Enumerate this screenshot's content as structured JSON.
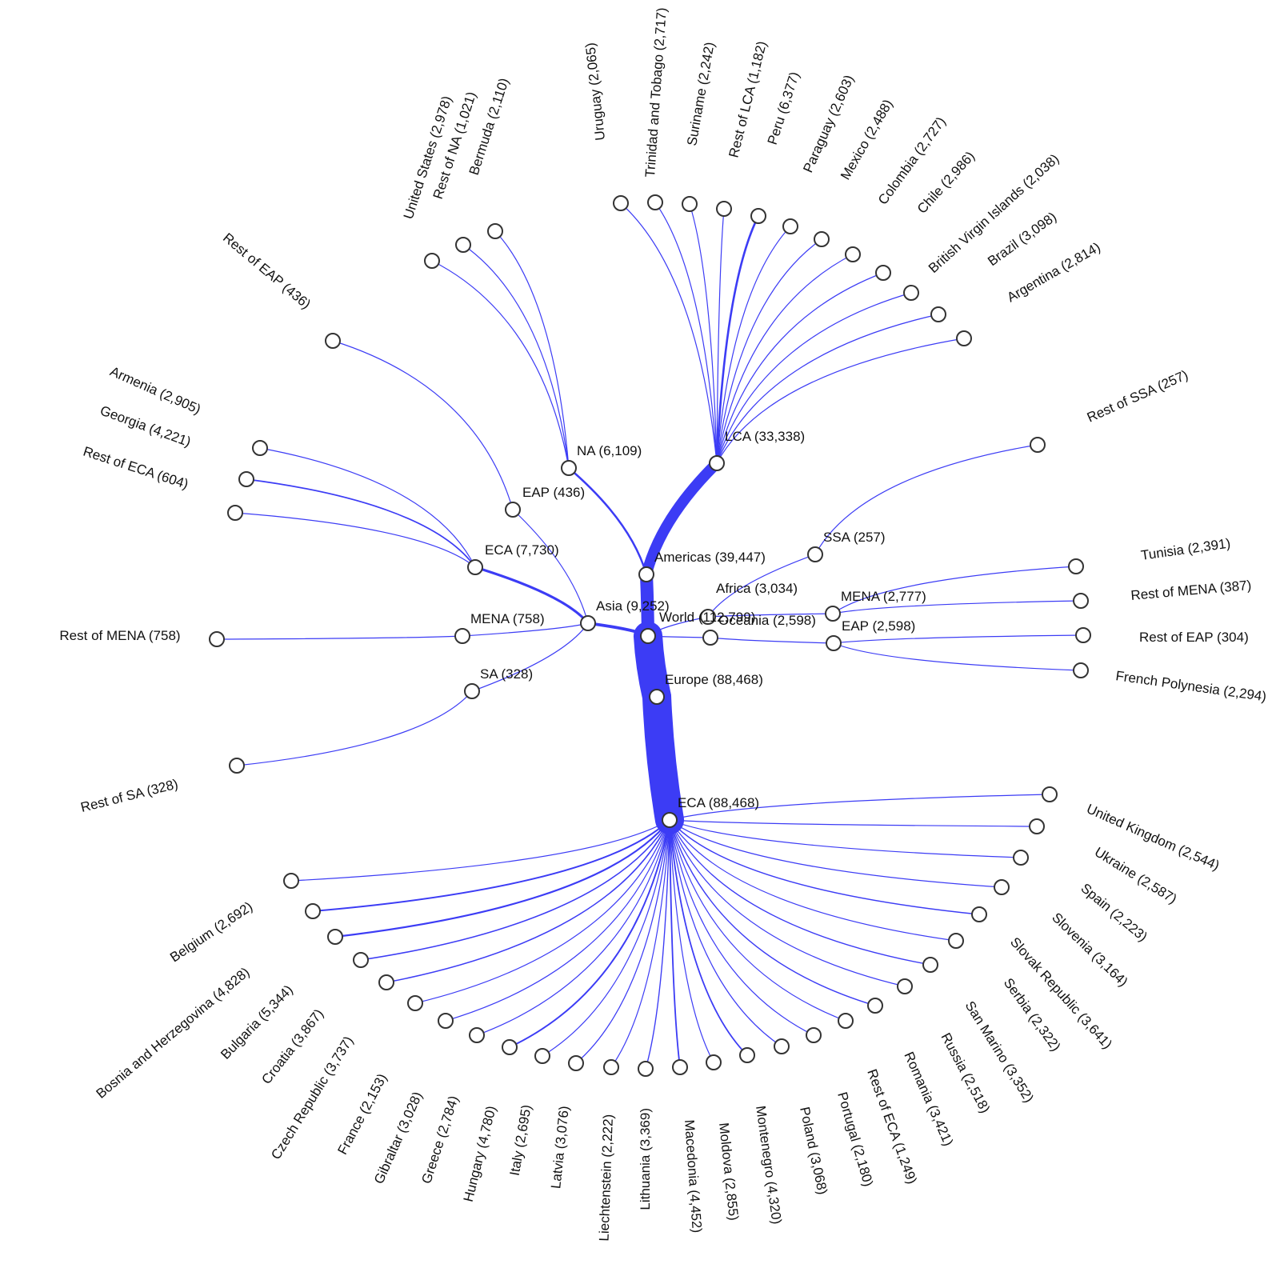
{
  "colors": {
    "link": "#3c3cf5",
    "node_stroke": "#333333",
    "node_fill": "#ffffff",
    "text": "#111111"
  },
  "tree": {
    "name": "World",
    "value": "112,799",
    "valueNum": 112799,
    "children": [
      {
        "name": "Americas",
        "value": "39,447",
        "valueNum": 39447,
        "children": [
          {
            "name": "NA",
            "value": "6,109",
            "valueNum": 6109,
            "children": [
              {
                "name": "United States",
                "value": "2,978",
                "valueNum": 2978
              },
              {
                "name": "Rest of NA",
                "value": "1,021",
                "valueNum": 1021
              },
              {
                "name": "Bermuda",
                "value": "2,110",
                "valueNum": 2110
              }
            ]
          },
          {
            "name": "LCA",
            "value": "33,338",
            "valueNum": 33338,
            "children": [
              {
                "name": "Uruguay",
                "value": "2,065",
                "valueNum": 2065
              },
              {
                "name": "Trinidad and Tobago",
                "value": "2,717",
                "valueNum": 2717
              },
              {
                "name": "Suriname",
                "value": "2,242",
                "valueNum": 2242
              },
              {
                "name": "Rest of LCA",
                "value": "1,182",
                "valueNum": 1182
              },
              {
                "name": "Peru",
                "value": "6,377",
                "valueNum": 6377
              },
              {
                "name": "Paraguay",
                "value": "2,603",
                "valueNum": 2603
              },
              {
                "name": "Mexico",
                "value": "2,488",
                "valueNum": 2488
              },
              {
                "name": "Colombia",
                "value": "2,727",
                "valueNum": 2727
              },
              {
                "name": "Chile",
                "value": "2,986",
                "valueNum": 2986
              },
              {
                "name": "British Virgin Islands",
                "value": "2,038",
                "valueNum": 2038
              },
              {
                "name": "Brazil",
                "value": "3,098",
                "valueNum": 3098
              },
              {
                "name": "Argentina",
                "value": "2,814",
                "valueNum": 2814
              }
            ]
          }
        ]
      },
      {
        "name": "Africa",
        "value": "3,034",
        "valueNum": 3034,
        "children": [
          {
            "name": "SSA",
            "value": "257",
            "valueNum": 257,
            "children": [
              {
                "name": "Rest of SSA",
                "value": "257",
                "valueNum": 257
              }
            ]
          },
          {
            "name": "MENA",
            "value": "2,777",
            "valueNum": 2777,
            "children": [
              {
                "name": "Tunisia",
                "value": "2,391",
                "valueNum": 2391
              },
              {
                "name": "Rest of MENA",
                "value": "387",
                "valueNum": 387
              }
            ]
          }
        ]
      },
      {
        "name": "Oceania",
        "value": "2,598",
        "valueNum": 2598,
        "children": [
          {
            "name": "EAP",
            "value": "2,598",
            "valueNum": 2598,
            "children": [
              {
                "name": "Rest of EAP",
                "value": "304",
                "valueNum": 304
              },
              {
                "name": "French Polynesia",
                "value": "2,294",
                "valueNum": 2294
              }
            ]
          }
        ]
      },
      {
        "name": "Europe",
        "value": "88,468",
        "valueNum": 88468,
        "children": [
          {
            "name": "ECA",
            "value": "88,468",
            "valueNum": 88468,
            "children": [
              {
                "name": "United Kingdom",
                "value": "2,544",
                "valueNum": 2544
              },
              {
                "name": "Ukraine",
                "value": "2,587",
                "valueNum": 2587
              },
              {
                "name": "Spain",
                "value": "2,223",
                "valueNum": 2223
              },
              {
                "name": "Slovenia",
                "value": "3,164",
                "valueNum": 3164
              },
              {
                "name": "Slovak Republic",
                "value": "3,641",
                "valueNum": 3641
              },
              {
                "name": "Serbia",
                "value": "2,322",
                "valueNum": 2322
              },
              {
                "name": "San Marino",
                "value": "3,352",
                "valueNum": 3352
              },
              {
                "name": "Russia",
                "value": "2,518",
                "valueNum": 2518
              },
              {
                "name": "Romania",
                "value": "3,421",
                "valueNum": 3421
              },
              {
                "name": "Rest of ECA",
                "value": "1,249",
                "valueNum": 1249
              },
              {
                "name": "Portugal",
                "value": "2,180",
                "valueNum": 2180
              },
              {
                "name": "Poland",
                "value": "3,068",
                "valueNum": 3068
              },
              {
                "name": "Montenegro",
                "value": "4,320",
                "valueNum": 4320
              },
              {
                "name": "Moldova",
                "value": "2,855",
                "valueNum": 2855
              },
              {
                "name": "Macedonia",
                "value": "4,452",
                "valueNum": 4452
              },
              {
                "name": "Lithuania",
                "value": "3,369",
                "valueNum": 3369
              },
              {
                "name": "Liechtenstein",
                "value": "2,222",
                "valueNum": 2222
              },
              {
                "name": "Latvia",
                "value": "3,076",
                "valueNum": 3076
              },
              {
                "name": "Italy",
                "value": "2,695",
                "valueNum": 2695
              },
              {
                "name": "Hungary",
                "value": "4,780",
                "valueNum": 4780
              },
              {
                "name": "Greece",
                "value": "2,784",
                "valueNum": 2784
              },
              {
                "name": "Gibraltar",
                "value": "3,028",
                "valueNum": 3028
              },
              {
                "name": "France",
                "value": "2,153",
                "valueNum": 2153
              },
              {
                "name": "Czech Republic",
                "value": "3,737",
                "valueNum": 3737
              },
              {
                "name": "Croatia",
                "value": "3,867",
                "valueNum": 3867
              },
              {
                "name": "Bulgaria",
                "value": "5,344",
                "valueNum": 5344
              },
              {
                "name": "Bosnia and Herzegovina",
                "value": "4,828",
                "valueNum": 4828
              },
              {
                "name": "Belgium",
                "value": "2,692",
                "valueNum": 2692
              }
            ]
          }
        ]
      },
      {
        "name": "Asia",
        "value": "9,252",
        "valueNum": 9252,
        "children": [
          {
            "name": "ECA",
            "value": "7,730",
            "valueNum": 7730,
            "children": [
              {
                "name": "Armenia",
                "value": "2,905",
                "valueNum": 2905
              },
              {
                "name": "Georgia",
                "value": "4,221",
                "valueNum": 4221
              },
              {
                "name": "Rest of ECA",
                "value": "604",
                "valueNum": 604
              }
            ]
          },
          {
            "name": "EAP",
            "value": "436",
            "valueNum": 436,
            "children": [
              {
                "name": "Rest of EAP",
                "value": "436",
                "valueNum": 436
              }
            ]
          },
          {
            "name": "MENA",
            "value": "758",
            "valueNum": 758,
            "children": [
              {
                "name": "Rest of MENA",
                "value": "758",
                "valueNum": 758
              }
            ]
          },
          {
            "name": "SA",
            "value": "328",
            "valueNum": 328,
            "children": [
              {
                "name": "Rest of SA",
                "value": "328",
                "valueNum": 328
              }
            ]
          }
        ]
      }
    ]
  }
}
